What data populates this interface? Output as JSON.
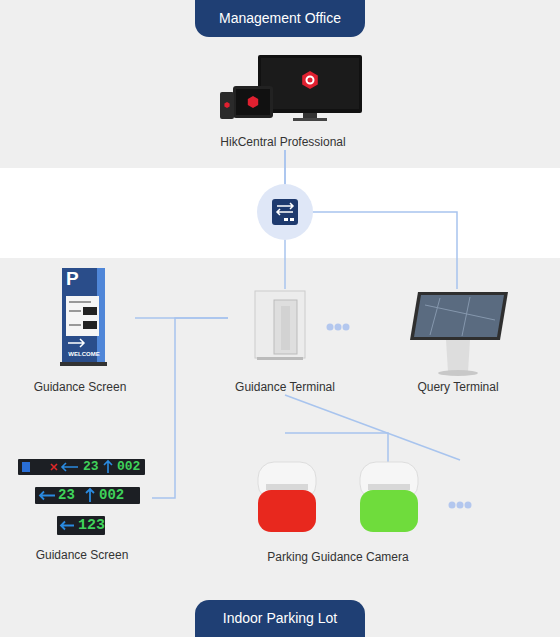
{
  "diagram": {
    "nodes": [
      {
        "text": [
          "Management Office"
        ]
      },
      {
        "text": [
          "HikCentral Professional"
        ],
        "in": 0
      },
      {
        "text": [
          "Indoor Parking Lot"
        ]
      },
      {
        "text": [
          "Guidance Screen"
        ],
        "in": 2
      },
      {
        "text": [
          "Guidance Terminal"
        ],
        "in": 2
      },
      {
        "text": [
          "Query Terminal"
        ],
        "in": 2
      },
      {
        "text": [
          "Guidance Screen"
        ],
        "in": 2
      },
      {
        "text": [
          "Parking Guidance Camera"
        ],
        "in": 2
      }
    ],
    "edges": [
      {
        "from": 1,
        "to": 4,
        "arrow": "none"
      },
      {
        "from": 1,
        "to": 5,
        "arrow": "none"
      },
      {
        "from": 4,
        "to": 3,
        "arrow": "none"
      },
      {
        "from": 4,
        "to": 6,
        "arrow": "none"
      },
      {
        "from": 4,
        "to": 7,
        "arrow": "none"
      }
    ],
    "labels": [
      "P",
      "WELCOME",
      "23",
      "002",
      "23",
      "002",
      "123"
    ]
  }
}
